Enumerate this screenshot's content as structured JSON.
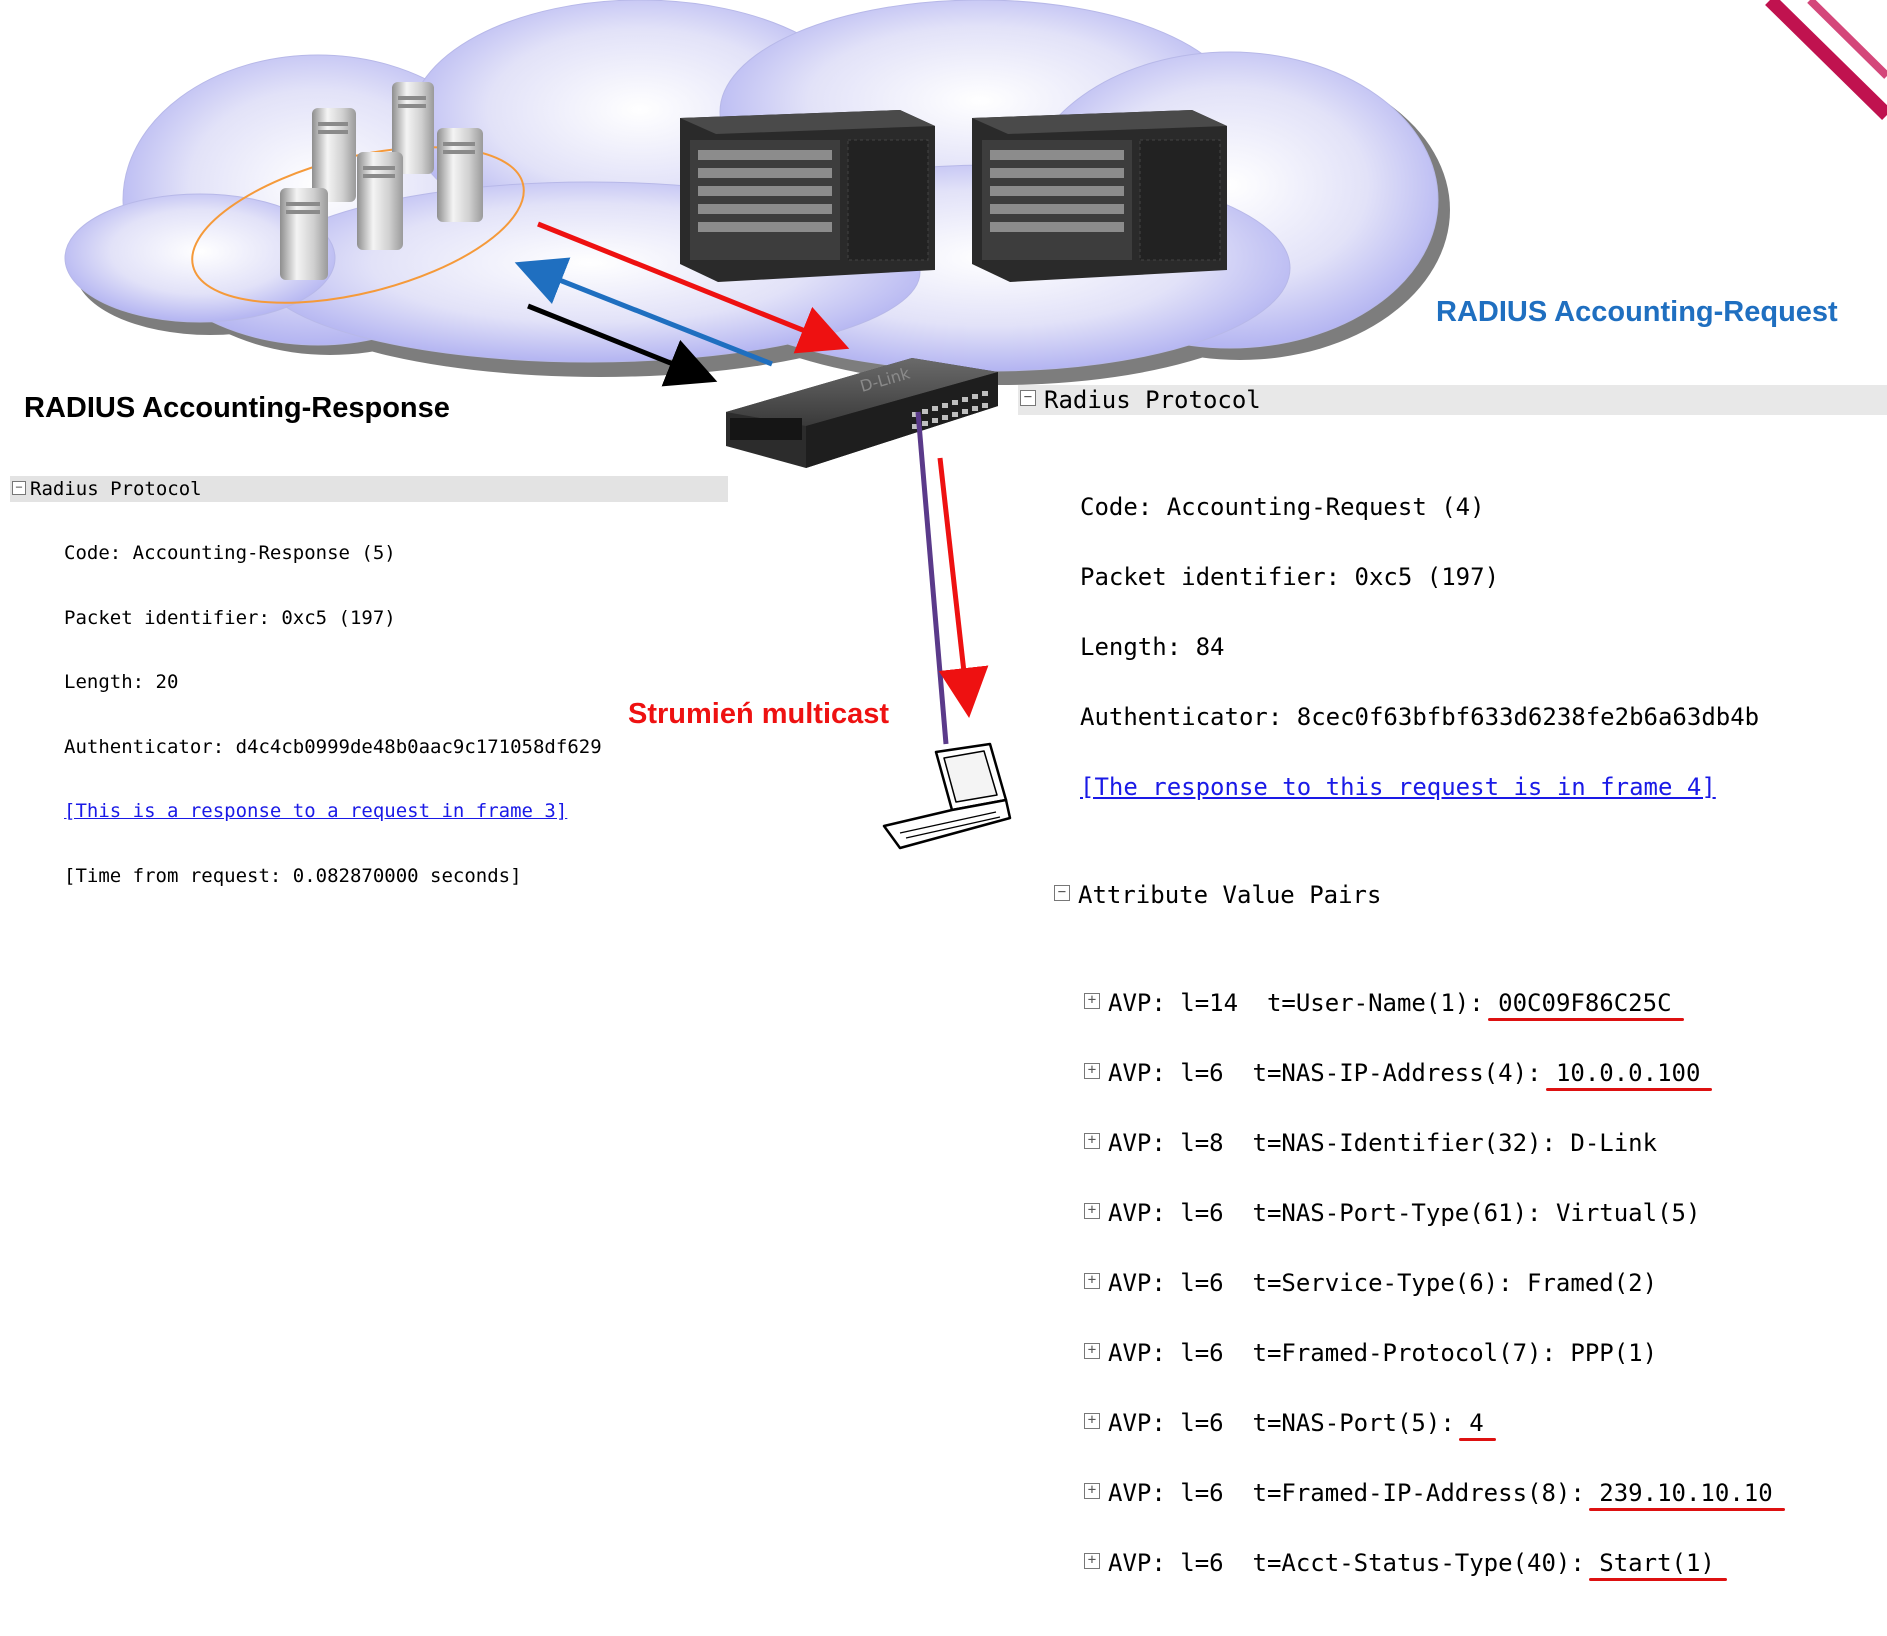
{
  "colors": {
    "request_arrow": "#ee1111",
    "response_arrow": "#1f6fc0",
    "accounting_arrow": "#000000",
    "access_link": "#5a3a8a",
    "heading_blue": "#1f6fc0",
    "heading_red": "#ee1111",
    "cloud_fill": "#c9caf2"
  },
  "icons": [
    "server-icon",
    "chassis-switch-icon",
    "access-switch-icon",
    "laptop-icon",
    "expand-plus-icon",
    "collapse-minus-icon"
  ],
  "switch_brand": "D-Link",
  "response": {
    "heading": "RADIUS Accounting-Response",
    "protocol_label": "Radius Protocol",
    "lines": [
      "Code: Accounting-Response (5)",
      "Packet identifier: 0xc5 (197)",
      "Length: 20",
      "Authenticator: d4c4cb0999de48b0aac9c171058df629"
    ],
    "link": "[This is a response to a request in frame 3]",
    "time_line": "[Time from request: 0.082870000 seconds]"
  },
  "request": {
    "heading": "RADIUS Accounting-Request",
    "protocol_label": "Radius Protocol",
    "lines": [
      "Code: Accounting-Request (4)",
      "Packet identifier: 0xc5 (197)",
      "Length: 84",
      "Authenticator: 8cec0f63bfbf633d6238fe2b6a63db4b"
    ],
    "link": "[The response to this request is in frame 4]",
    "avp_section": "Attribute Value Pairs",
    "avps": [
      {
        "prefix": "AVP: l=14  t=User-Name(1): ",
        "value": "00C09F86C25C",
        "highlight": true
      },
      {
        "prefix": "AVP: l=6  t=NAS-IP-Address(4): ",
        "value": "10.0.0.100",
        "highlight": true
      },
      {
        "prefix": "AVP: l=8  t=NAS-Identifier(32): ",
        "value": "D-Link",
        "highlight": false
      },
      {
        "prefix": "AVP: l=6  t=NAS-Port-Type(61): ",
        "value": "Virtual(5)",
        "highlight": false
      },
      {
        "prefix": "AVP: l=6  t=Service-Type(6): ",
        "value": "Framed(2)",
        "highlight": false
      },
      {
        "prefix": "AVP: l=6  t=Framed-Protocol(7): ",
        "value": "PPP(1)",
        "highlight": false
      },
      {
        "prefix": "AVP: l=6  t=NAS-Port(5): ",
        "value": "4",
        "highlight": true
      },
      {
        "prefix": "AVP: l=6  t=Framed-IP-Address(8): ",
        "value": "239.10.10.10",
        "highlight": true
      },
      {
        "prefix": "AVP: l=6  t=Acct-Status-Type(40): ",
        "value": "Start(1)",
        "highlight": true
      }
    ]
  },
  "multicast_label": "Strumień multicast"
}
